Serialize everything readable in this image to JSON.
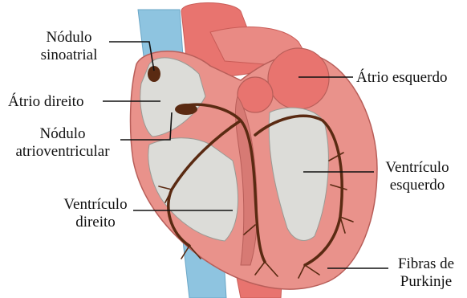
{
  "labels": {
    "sinoatrial_node": "Nódulo\nsinoatrial",
    "right_atrium": "Átrio direito",
    "av_node": "Nódulo\natrioventricular",
    "right_ventricle": "Ventrículo\ndireito",
    "left_atrium": "Átrio esquerdo",
    "left_ventricle": "Ventrículo\nesquerdo",
    "purkinje_fibers": "Fibras de\nPurkinje"
  },
  "colors": {
    "vessel_blue": "#8ec4e0",
    "vessel_red": "#e8746f",
    "muscle": "#e9928b",
    "muscle_dark": "#c96b66",
    "chamber_gray": "#dcdcd8",
    "conduction": "#5a2a12"
  }
}
